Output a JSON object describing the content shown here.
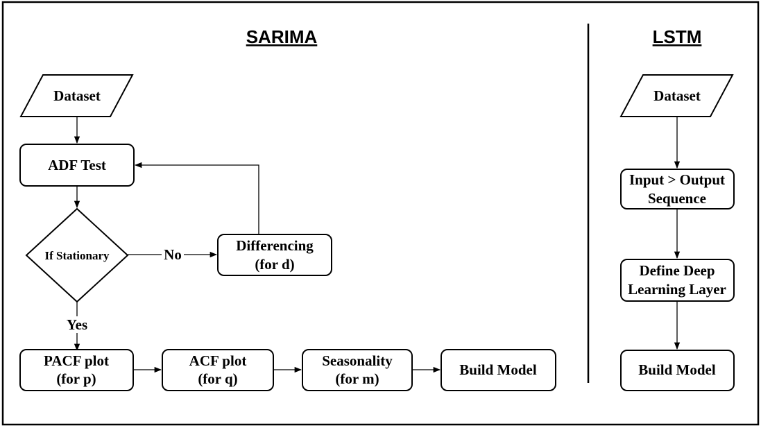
{
  "sarima": {
    "title": "SARIMA",
    "dataset": "Dataset",
    "adf_test": "ADF Test",
    "decision": "If Stationary",
    "no_label": "No",
    "yes_label": "Yes",
    "differencing": [
      "Differencing",
      "(for d)"
    ],
    "pacf": [
      "PACF plot",
      "(for p)"
    ],
    "acf": [
      "ACF plot",
      "(for q)"
    ],
    "seasonality": [
      "Seasonality",
      "(for m)"
    ],
    "build_model": "Build Model"
  },
  "lstm": {
    "title": "LSTM",
    "dataset": "Dataset",
    "sequence": [
      "Input > Output",
      "Sequence"
    ],
    "layer": [
      "Define Deep",
      "Learning Layer"
    ],
    "build_model": "Build Model"
  }
}
